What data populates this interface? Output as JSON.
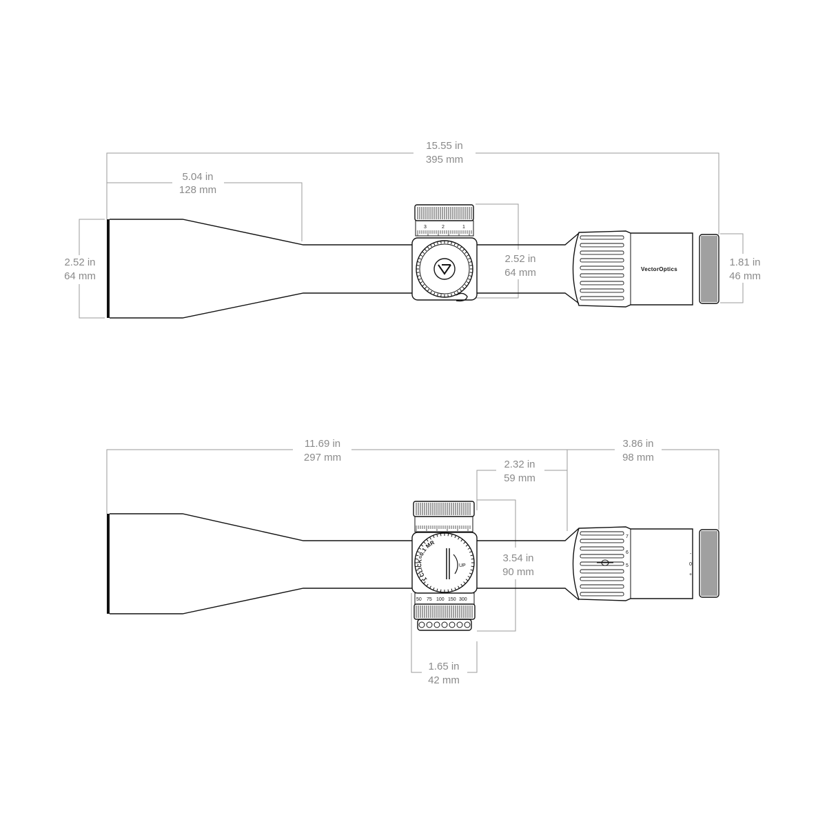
{
  "brand": "VectorOptics",
  "side_view": {
    "overall_in": "15.55 in",
    "overall_mm": "395 mm",
    "objective_bell_in": "5.04 in",
    "objective_bell_mm": "128 mm",
    "objective_dia_in": "2.52 in",
    "objective_dia_mm": "64 mm",
    "turret_height_in": "2.52 in",
    "turret_height_mm": "64 mm",
    "eyepiece_dia_in": "1.81 in",
    "eyepiece_dia_mm": "46 mm",
    "turret_marks": [
      "3",
      "2",
      "1"
    ]
  },
  "top_view": {
    "to_zoom_in": "11.69 in",
    "to_zoom_mm": "297 mm",
    "eyepiece_len_in": "3.86 in",
    "eyepiece_len_mm": "98 mm",
    "turret_offset_in": "2.32 in",
    "turret_offset_mm": "59 mm",
    "turret_span_in": "3.54 in",
    "turret_span_mm": "90 mm",
    "turret_width_in": "1.65 in",
    "turret_width_mm": "42  mm",
    "turret_click_text": "1 CLICK=0.1 MRAD",
    "turret_up_text": "UP",
    "parallax_marks": [
      "50",
      "75",
      "100",
      "150",
      "300"
    ],
    "zoom_marks": [
      "7",
      "6",
      "5"
    ],
    "diopter_marks": [
      "+",
      "0",
      "-"
    ]
  }
}
